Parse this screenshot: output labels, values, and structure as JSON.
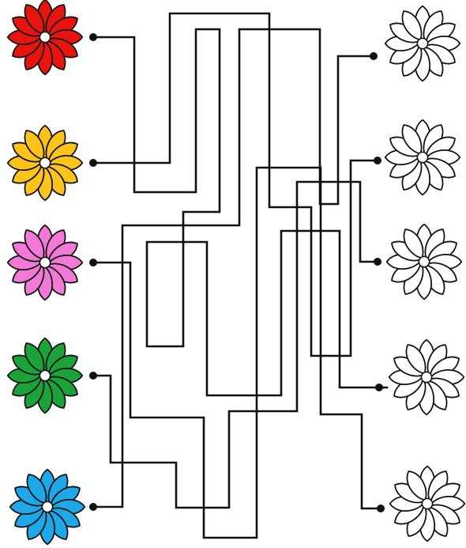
{
  "puzzle": {
    "left_flowers": [
      {
        "name": "red-flower",
        "color": "#e8140f"
      },
      {
        "name": "yellow-flower",
        "color": "#fcc31a"
      },
      {
        "name": "pink-flower",
        "color": "#f27ad6"
      },
      {
        "name": "green-flower",
        "color": "#1ba33a"
      },
      {
        "name": "blue-flower",
        "color": "#1ea8e8"
      }
    ],
    "right_flowers": [
      {
        "name": "uncolored-flower-1",
        "color": "#ffffff"
      },
      {
        "name": "uncolored-flower-2",
        "color": "#ffffff"
      },
      {
        "name": "uncolored-flower-3",
        "color": "#ffffff"
      },
      {
        "name": "uncolored-flower-4",
        "color": "#ffffff"
      },
      {
        "name": "uncolored-flower-5",
        "color": "#ffffff"
      }
    ],
    "line_color": "#111111",
    "path_count": 5
  }
}
